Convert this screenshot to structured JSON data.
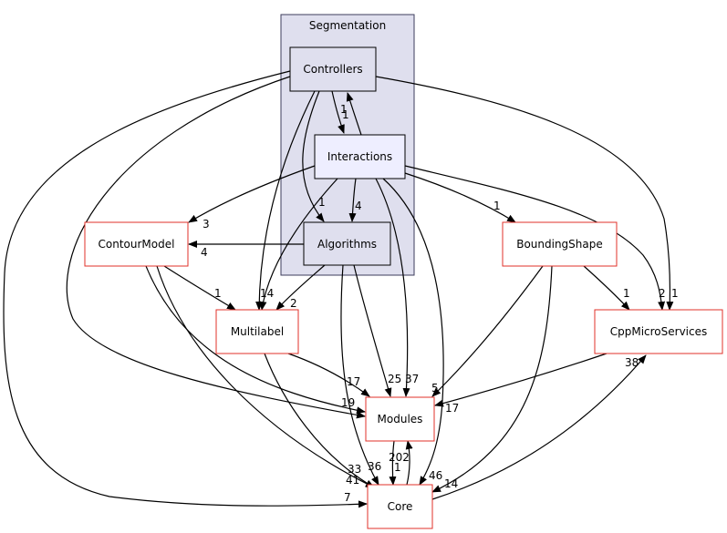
{
  "colors": {
    "cluster_fill": "#dfdfee",
    "cluster_stroke": "#3d3d5c",
    "inner_fill": "#dfdfee",
    "highlight_fill": "#eeeeff",
    "external_stroke": "#e0302a",
    "line": "#000000"
  },
  "cluster": {
    "title": "Segmentation"
  },
  "nodes": {
    "controllers": "Controllers",
    "interactions": "Interactions",
    "algorithms": "Algorithms",
    "contourmodel": "ContourModel",
    "boundingshape": "BoundingShape",
    "multilabel": "Multilabel",
    "cppmicroservices": "CppMicroServices",
    "modules": "Modules",
    "core": "Core"
  },
  "edges": {
    "controllers_interactions": "1",
    "interactions_controllers": "1",
    "controllers_algorithms": "1",
    "interactions_algorithms": "4",
    "interactions_contourmodel": "3",
    "algorithms_contourmodel": "4",
    "interactions_boundingshape": "1",
    "controllers_multilabel": "14",
    "algorithms_multilabel": "2",
    "contourmodel_multilabel": "1",
    "boundingshape_cppmicroservices": "1",
    "interactions_cppmicroservices": "2",
    "controllers_cppmicroservices": "1",
    "multilabel_modules": "17",
    "algorithms_modules": "25",
    "interactions_modules": "37",
    "contourmodel_modules": "19",
    "boundingshape_modules": "5",
    "cppmicroservices_modules": "17",
    "modules_core": "202",
    "core_modules": "1",
    "contourmodel_core": "33",
    "algorithms_core": "36",
    "interactions_core": "46",
    "boundingshape_core": "14",
    "controllers_core": "7",
    "multilabel_core": "41",
    "core_cppmicroservices": "38"
  }
}
